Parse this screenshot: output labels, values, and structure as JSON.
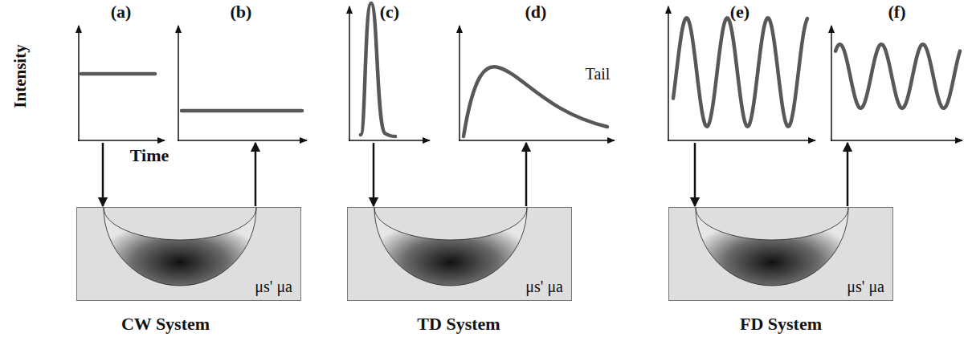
{
  "diagram": {
    "nodes": [
      {
        "text": [
          "(a)"
        ]
      },
      {
        "text": [
          "(b)"
        ]
      },
      {
        "text": [
          "(c)"
        ]
      },
      {
        "text": [
          "(d)"
        ]
      },
      {
        "text": [
          "(e)"
        ]
      },
      {
        "text": [
          "(f)"
        ]
      },
      {
        "text": [
          "μs' μa"
        ]
      },
      {
        "text": [
          "μs' μa"
        ]
      },
      {
        "text": [
          "μs' μa"
        ]
      }
    ],
    "edges": [
      {
        "from": 0,
        "to": 6,
        "arrow": "to"
      },
      {
        "from": 6,
        "to": 1,
        "arrow": "to"
      },
      {
        "from": 2,
        "to": 7,
        "arrow": "to"
      },
      {
        "from": 7,
        "to": 3,
        "arrow": "to"
      },
      {
        "from": 4,
        "to": 8,
        "arrow": "to"
      },
      {
        "from": 8,
        "to": 5,
        "arrow": "to"
      }
    ],
    "labels": [
      "Intensity",
      "Time",
      "Tail",
      "CW System",
      "TD System",
      "FD System"
    ]
  }
}
